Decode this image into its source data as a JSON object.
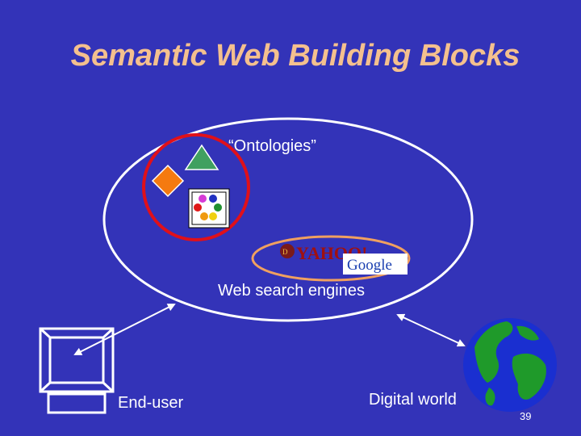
{
  "slide": {
    "title": "Semantic Web Building Blocks",
    "page_number": "39"
  },
  "diagram": {
    "ontologies_label": "“Ontologies”",
    "search_engines_label": "Web search engines",
    "end_user_label": "End-user",
    "digital_world_label": "Digital world",
    "logos": {
      "yahoo": "YAHOO!",
      "google": "Google"
    }
  },
  "colors": {
    "background": "#3333b8",
    "title": "#f4c08e",
    "ontology_circle": "#e0101a",
    "search_ellipse": "#f0a060"
  },
  "icons": [
    "diamond-icon",
    "triangle-icon",
    "dots-box-icon",
    "computer-icon",
    "globe-icon",
    "yahoo-logo",
    "google-logo"
  ]
}
